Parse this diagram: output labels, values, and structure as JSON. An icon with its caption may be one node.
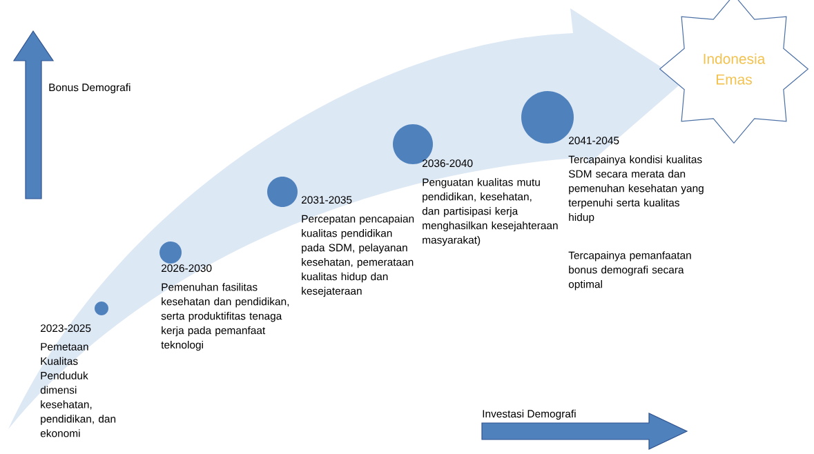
{
  "diagram": {
    "nodes": [
      {
        "text": [],
        "shape": "circle",
        "beside": [
          "2023-2025",
          "Pemetaan Kualitas Penduduk dimensi kesehatan, pendidikan, dan ekonomi"
        ]
      },
      {
        "text": [],
        "shape": "circle",
        "beside": [
          "2026-2030",
          "Pemenuhan fasilitas kesehatan dan pendidikan, serta produktifitas tenaga kerja pada pemanfaat teknologi"
        ]
      },
      {
        "text": [],
        "shape": "circle",
        "beside": [
          "2031-2035",
          "Percepatan pencapaian kualitas pendidikan pada SDM, pelayanan kesehatan, pemerataan kualitas hidup dan kesejateraan"
        ]
      },
      {
        "text": [],
        "shape": "circle",
        "beside": [
          "2036-2040",
          "Penguatan kualitas mutu pendidikan, kesehatan, dan partisipasi kerja menghasilkan kesejahteraan masyarakat)"
        ]
      },
      {
        "text": [],
        "shape": "circle",
        "beside": [
          "2041-2045",
          "Tercapainya kondisi kualitas SDM secara merata dan pemenuhan kesehatan yang terpenuhi serta kualitas hidup",
          "Tercapainya pemanfaatan bonus demografi secara optimal"
        ]
      },
      {
        "text": [
          "Indonesia Emas"
        ]
      }
    ],
    "labels": [
      "Bonus Demografi",
      "Investasi Demografi"
    ]
  }
}
